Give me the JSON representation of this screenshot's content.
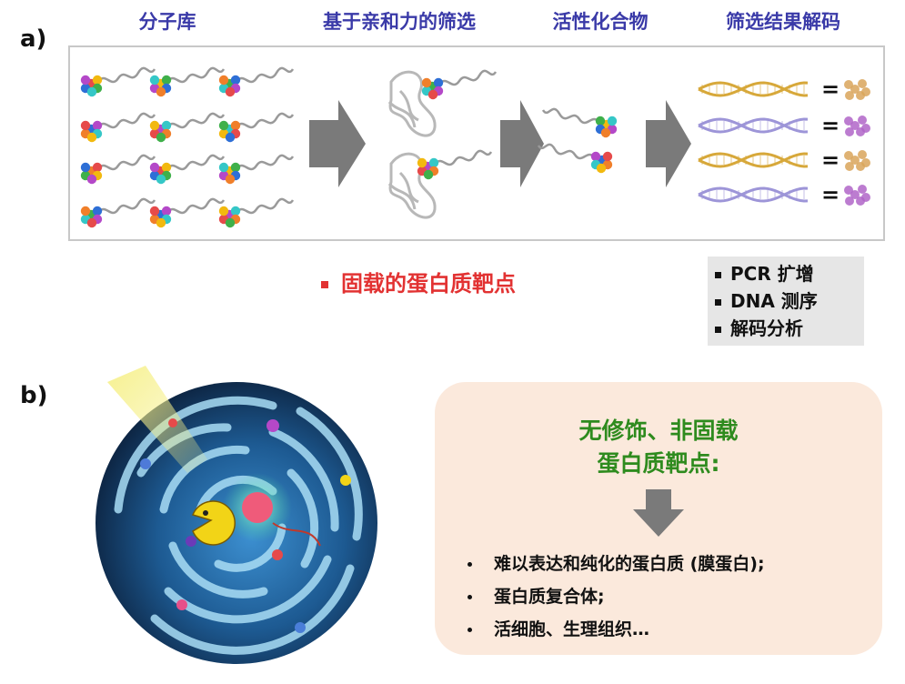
{
  "panel_a": {
    "label": "a)",
    "steps": [
      "分子库",
      "基于亲和力的筛选",
      "活性化合物",
      "筛选结果解码"
    ],
    "immobilized_note": "固载的蛋白质靶点",
    "decode_steps": [
      "PCR 扩增",
      "DNA 测序",
      "解码分析"
    ],
    "equals_sign": "="
  },
  "panel_b": {
    "label": "b)",
    "target_title_line1": "无修饰、非固载",
    "target_title_line2": "蛋白质靶点:",
    "target_items": [
      "难以表达和纯化的蛋白质 (膜蛋白);",
      "蛋白质复合体;",
      "活细胞、生理组织…"
    ]
  },
  "colors": {
    "step_title": "#3a3aa8",
    "note_red": "#e23232",
    "title_green": "#2e8b1e",
    "arrow_gray": "#7a7a7a",
    "dna_gold": "#d7a83a",
    "dna_purple": "#9d95d8",
    "target_box_bg": "#fbe9dc",
    "decode_box_bg": "#e6e6e6"
  }
}
